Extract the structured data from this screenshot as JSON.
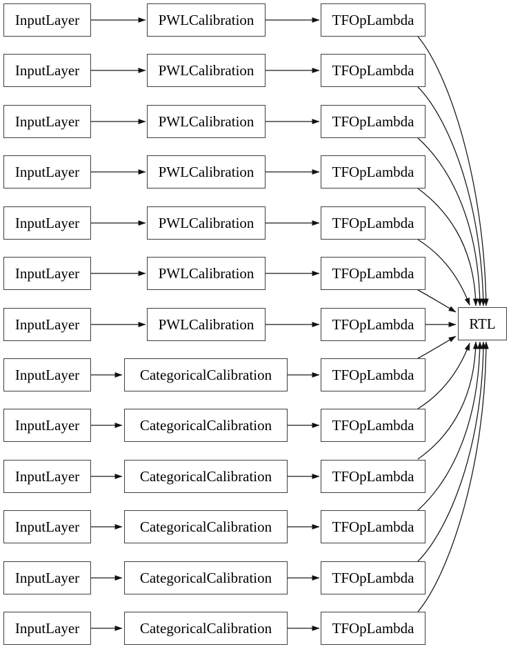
{
  "diagram": {
    "type": "model-graph",
    "background_color": "#ffffff",
    "node_fill_color": "#ffffff",
    "node_border_color": "#3d3d3d",
    "edge_color": "#1a1a1a",
    "text_color": "#000000",
    "sink": {
      "label": "RTL"
    },
    "rows": [
      {
        "input": "InputLayer",
        "calibration": "PWLCalibration",
        "lambda": "TFOpLambda"
      },
      {
        "input": "InputLayer",
        "calibration": "PWLCalibration",
        "lambda": "TFOpLambda"
      },
      {
        "input": "InputLayer",
        "calibration": "PWLCalibration",
        "lambda": "TFOpLambda"
      },
      {
        "input": "InputLayer",
        "calibration": "PWLCalibration",
        "lambda": "TFOpLambda"
      },
      {
        "input": "InputLayer",
        "calibration": "PWLCalibration",
        "lambda": "TFOpLambda"
      },
      {
        "input": "InputLayer",
        "calibration": "PWLCalibration",
        "lambda": "TFOpLambda"
      },
      {
        "input": "InputLayer",
        "calibration": "PWLCalibration",
        "lambda": "TFOpLambda"
      },
      {
        "input": "InputLayer",
        "calibration": "CategoricalCalibration",
        "lambda": "TFOpLambda"
      },
      {
        "input": "InputLayer",
        "calibration": "CategoricalCalibration",
        "lambda": "TFOpLambda"
      },
      {
        "input": "InputLayer",
        "calibration": "CategoricalCalibration",
        "lambda": "TFOpLambda"
      },
      {
        "input": "InputLayer",
        "calibration": "CategoricalCalibration",
        "lambda": "TFOpLambda"
      },
      {
        "input": "InputLayer",
        "calibration": "CategoricalCalibration",
        "lambda": "TFOpLambda"
      },
      {
        "input": "InputLayer",
        "calibration": "CategoricalCalibration",
        "lambda": "TFOpLambda"
      }
    ]
  }
}
